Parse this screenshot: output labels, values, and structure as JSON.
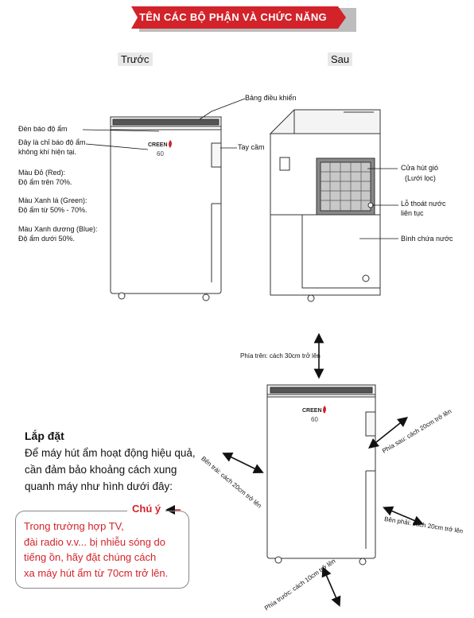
{
  "header": {
    "title": "TÊN CÁC BỘ PHẬN VÀ CHỨC NĂNG",
    "accent": "#d2232a"
  },
  "views": {
    "front": "Trước",
    "back": "Sau"
  },
  "device": {
    "brand": "CREEN",
    "display": "60"
  },
  "front_labels": {
    "control_panel": "Bảng điều khiển",
    "humidity_light": "Đèn báo độ ẩm",
    "humidity_desc_1": "Đây là chỉ báo độ ẩm",
    "humidity_desc_2": "không khí hiện tại.",
    "red_1": "Màu Đỏ (Red):",
    "red_2": "Độ ẩm trên 70%.",
    "green_1": "Màu Xanh lá (Green):",
    "green_2": "Độ ẩm từ 50% - 70%.",
    "blue_1": "Màu Xanh dương (Blue):",
    "blue_2": "Độ ẩm dưới 50%.",
    "handle": "Tay cầm"
  },
  "back_labels": {
    "air_inlet_1": "Cửa hút gió",
    "air_inlet_2": "(Lưới lọc)",
    "drain_1": "Lỗ thoát nước",
    "drain_2": "liên tục",
    "tank": "Bình chứa nước"
  },
  "clearance": {
    "top": "Phía trên: cách 30cm trở lên",
    "left": "Bên trái: cách 20cm trở lên",
    "back": "Phía sau: cách 20cm trở lên",
    "right": "Bên phải: cách 20cm trở lên",
    "front": "Phía trước: cách 10cm trở lên"
  },
  "setup": {
    "title": "Lắp đặt",
    "line_1": "Để máy hút ẩm hoạt động hiệu quả,",
    "line_2": "cần đảm bảo khoảng cách xung",
    "line_3": "quanh máy như hình dưới đây:"
  },
  "note": {
    "title": "Chú ý",
    "line_1": "Trong trường hợp TV,",
    "line_2": "đài radio v.v... bị nhiễu sóng do",
    "line_3": "tiếng ồn, hãy đặt chúng cách",
    "line_4": "xa máy hút ẩm từ 70cm trở lên."
  }
}
